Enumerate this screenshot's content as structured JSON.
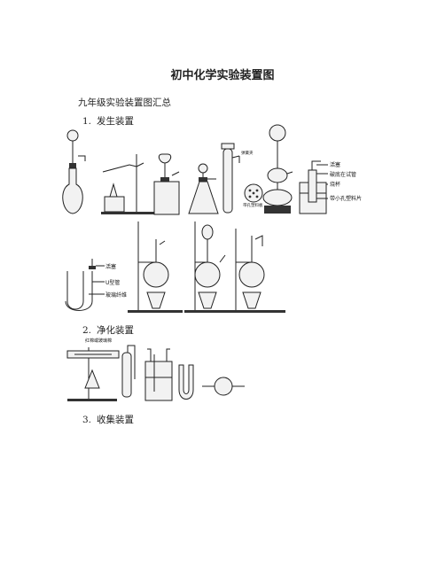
{
  "doc": {
    "title": "初中化学实验装置图",
    "subtitle": "九年级实验装置图汇总",
    "sections": [
      {
        "num": "1.",
        "label": "发生装置"
      },
      {
        "num": "2.",
        "label": "净化装置"
      },
      {
        "num": "3.",
        "label": "收集装置"
      }
    ]
  },
  "labels": {
    "gen_row1": {
      "small_label": "弹簧夹",
      "plate_label": "带孔塑料板",
      "stopper": "活塞",
      "tube_broken": "破底在试管",
      "beaker": "烧杯",
      "porous_plate": "带小孔塑料片"
    },
    "gen_row2": {
      "stopper": "活塞",
      "u_tube": "U型管",
      "glass_fiber": "玻璃纤维"
    },
    "purify": {
      "caption": "红棉或玻璃棉"
    }
  }
}
